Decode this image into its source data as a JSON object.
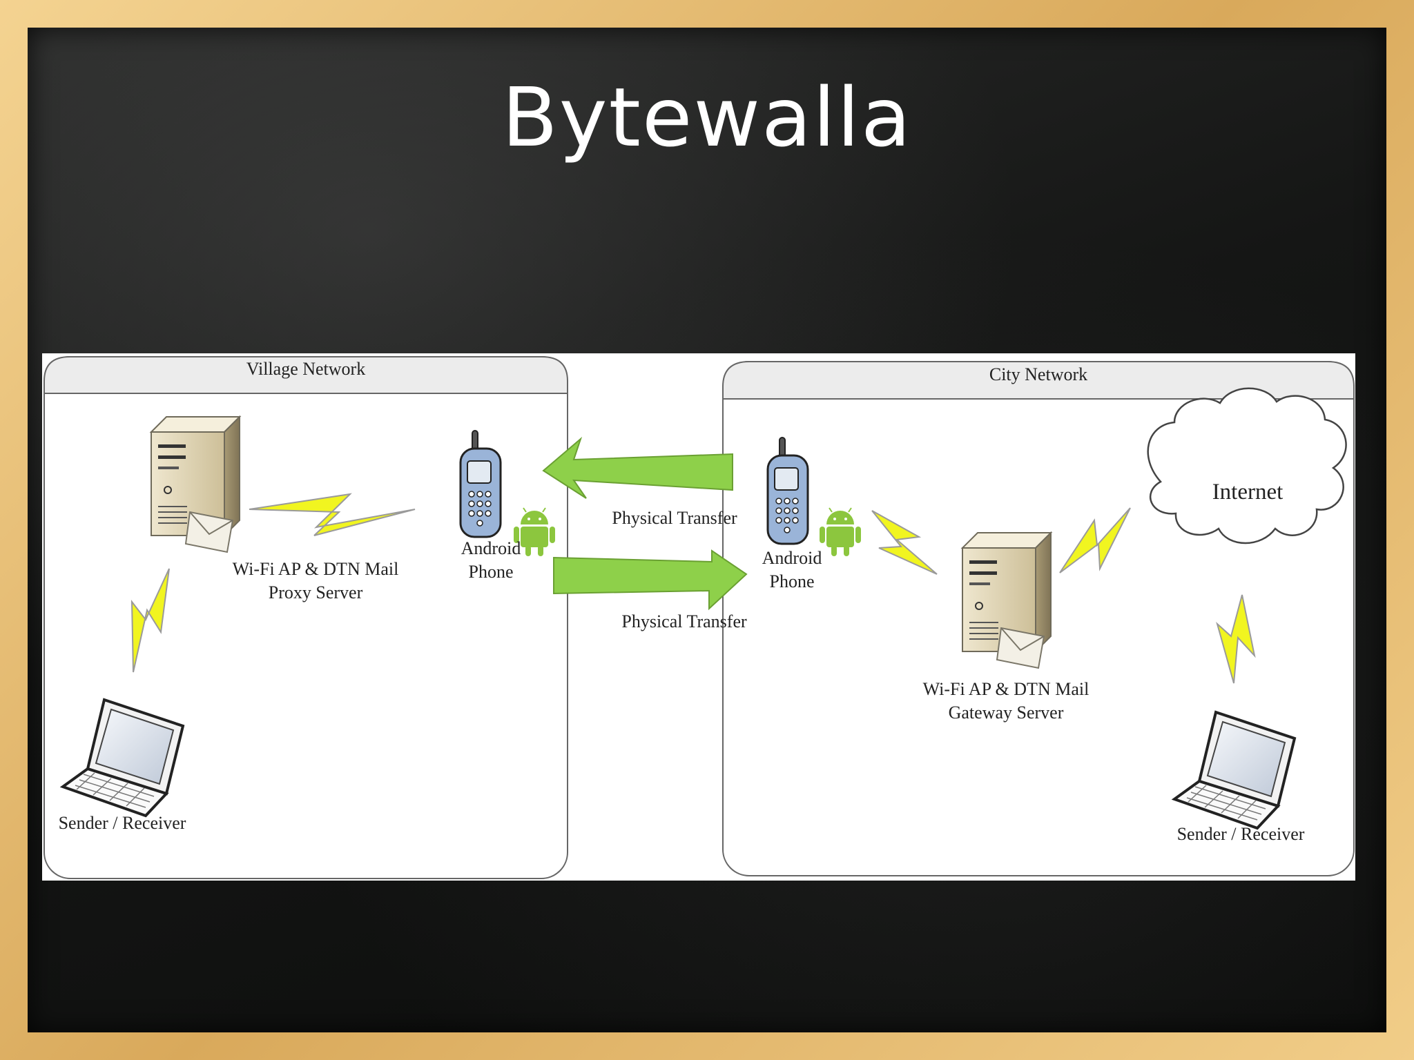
{
  "slide": {
    "title": "Bytewalla"
  },
  "diagram": {
    "village": {
      "title": "Village Network",
      "server": {
        "line1": "Wi-Fi AP & DTN Mail",
        "line2": "Proxy Server"
      },
      "phone": {
        "line1": "Android",
        "line2": "Phone"
      },
      "laptop": "Sender / Receiver"
    },
    "transfer": {
      "top": "Physical Transfer",
      "bottom": "Physical Transfer"
    },
    "city": {
      "title": "City Network",
      "phone": {
        "line1": "Android",
        "line2": "Phone"
      },
      "server": {
        "line1": "Wi-Fi AP & DTN Mail",
        "line2": "Gateway Server"
      },
      "internet": "Internet",
      "laptop": "Sender / Receiver"
    },
    "colors": {
      "arrow": "#8ed04a",
      "bolt": "#f1f520",
      "android": "#8cc63e",
      "phone": "#9ab4d8"
    }
  }
}
